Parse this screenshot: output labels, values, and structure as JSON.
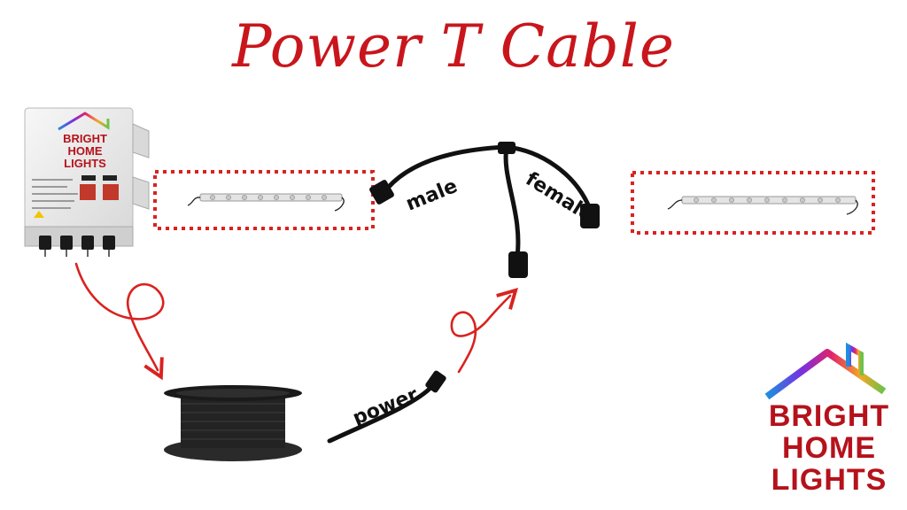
{
  "title": "Power T Cable",
  "labels": {
    "male": "male",
    "female": "female",
    "power": "power"
  },
  "logo": {
    "line1": "BRIGHT",
    "line2": "HOME",
    "line3": "LIGHTS"
  },
  "colors": {
    "title": "#c8161c",
    "dotted_frame": "#d9221f",
    "arrow": "#d9221f",
    "logo_text": "#b5121b",
    "cable": "#111111"
  }
}
